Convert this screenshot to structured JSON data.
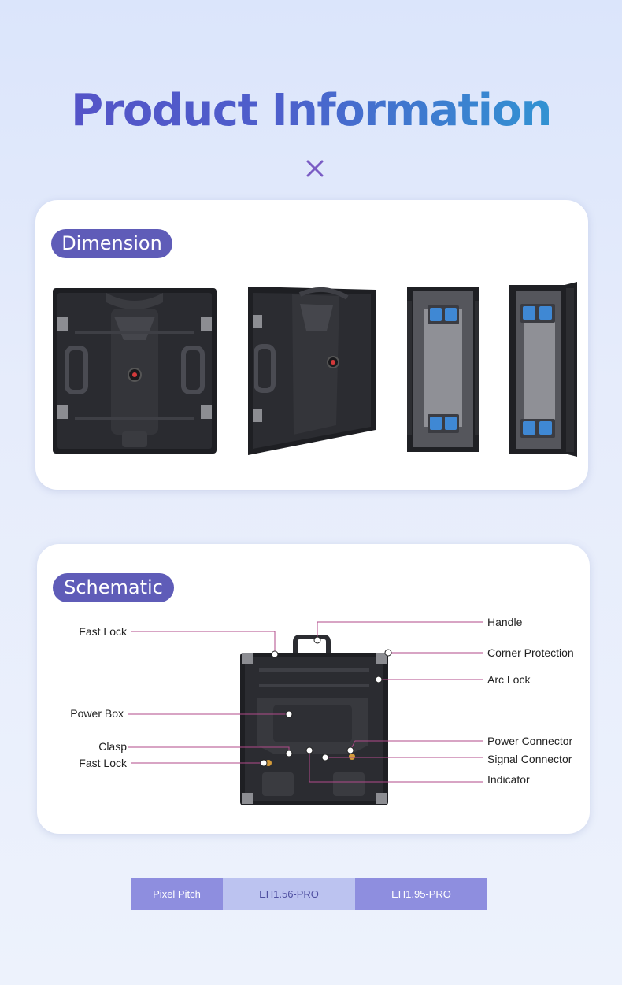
{
  "header": {
    "title": "Product Information"
  },
  "dimension": {
    "label": "Dimension"
  },
  "schematic": {
    "label": "Schematic",
    "callouts_left": [
      "Fast Lock",
      "Power Box",
      "Clasp",
      "Fast Lock"
    ],
    "callouts_right": [
      "Handle",
      "Corner Protection",
      "Arc Lock",
      "Power Connector",
      "Signal Connector",
      "Indicator"
    ]
  },
  "spec_table": {
    "header": "Pixel Pitch",
    "columns": [
      "EH1.56-PRO",
      "EH1.95-PRO"
    ]
  },
  "colors": {
    "accent": "#5f5cb8",
    "callout_line": "#b04a8a",
    "table_dark": "#8e8edf",
    "table_light": "#bcc3f0"
  }
}
